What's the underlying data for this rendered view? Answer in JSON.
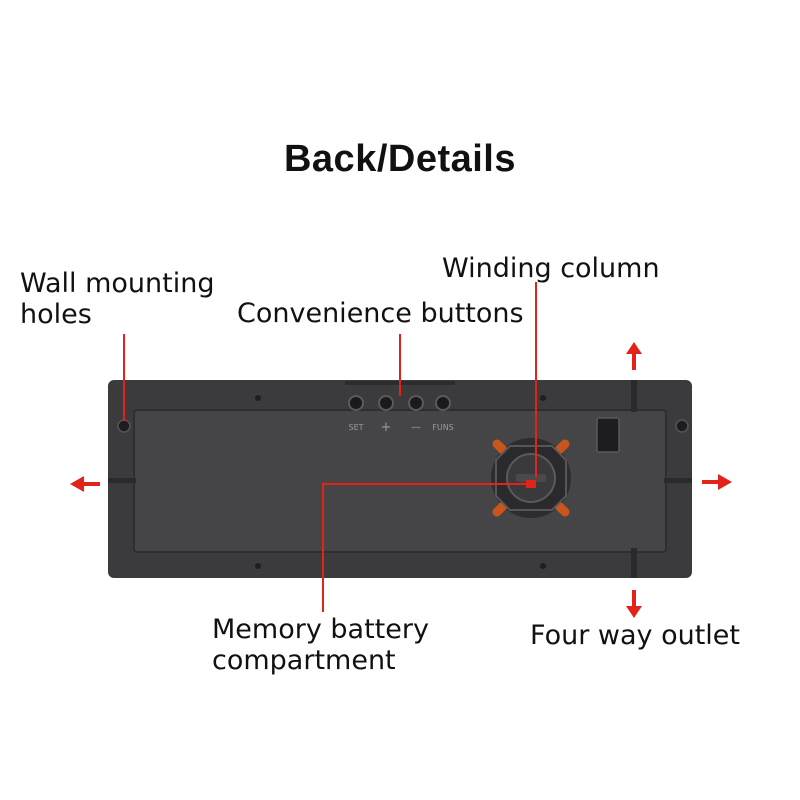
{
  "title": "Back/Details",
  "callouts": {
    "wall_mounting_holes": [
      "Wall mounting",
      "holes"
    ],
    "convenience_buttons": "Convenience buttons",
    "winding_column": "Winding column",
    "memory_battery_compartment": [
      "Memory battery",
      "compartment"
    ],
    "four_way_outlet": "Four way outlet"
  },
  "button_labels": [
    "SET",
    "+",
    "—",
    "FUNS"
  ],
  "colors": {
    "accent_red": "#e2231a",
    "device_body": "#3b3b3d",
    "device_panel": "#444446",
    "battery_accent": "#c8561c"
  }
}
